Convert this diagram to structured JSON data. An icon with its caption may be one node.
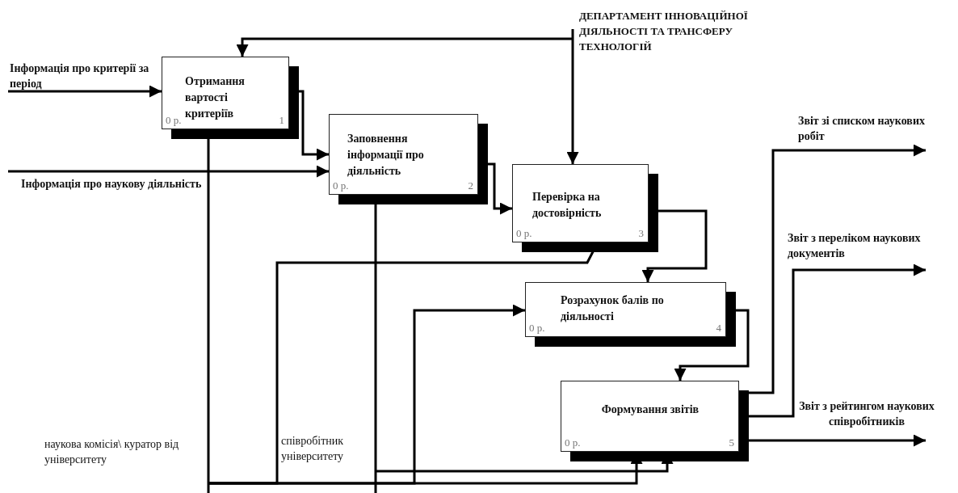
{
  "diagram": {
    "nodes": [
      {
        "text": [
          "Отримання вартості критеріїв",
          "0 р.",
          "1"
        ]
      },
      {
        "text": [
          "Заповнення інформації про діяльність",
          "0 р.",
          "2"
        ]
      },
      {
        "text": [
          "Перевірка на достовірність",
          "0 р.",
          "3"
        ]
      },
      {
        "text": [
          "Розрахунок балів по діяльності",
          "0 р.",
          "4"
        ]
      },
      {
        "text": [
          "Формування звітів",
          "0 р.",
          "5"
        ]
      },
      {
        "text": [
          "Інформація про критерії за період"
        ]
      },
      {
        "text": [
          "Інформація про наукову діяльність"
        ]
      },
      {
        "text": [
          "ДЕПАРТАМЕНТ ІННОВАЦІЙНОЇ ДІЯЛЬНОСТІ ТА ТРАНСФЕРУ ТЕХНОЛОГІЙ"
        ]
      },
      {
        "text": [
          "наукова комісія\\ куратор від університету"
        ]
      },
      {
        "text": [
          "співробітник університету"
        ]
      },
      {
        "text": [
          "Звіт зі списком наукових робіт"
        ]
      },
      {
        "text": [
          "Звіт з переліком наукових документів"
        ]
      },
      {
        "text": [
          "Звіт з рейтингом наукових співробітників"
        ]
      }
    ],
    "edges": [
      {
        "from": 5,
        "to": 0,
        "arrow": "to"
      },
      {
        "from": 6,
        "to": 1,
        "arrow": "to"
      },
      {
        "from": 7,
        "to": 0,
        "arrow": "to"
      },
      {
        "from": 7,
        "to": 2,
        "arrow": "to"
      },
      {
        "from": 0,
        "to": 1,
        "arrow": "to"
      },
      {
        "from": 1,
        "to": 2,
        "arrow": "to"
      },
      {
        "from": 2,
        "to": 3,
        "arrow": "to"
      },
      {
        "from": 3,
        "to": 4,
        "arrow": "to"
      },
      {
        "from": 4,
        "to": 10,
        "arrow": "to"
      },
      {
        "from": 4,
        "to": 11,
        "arrow": "to"
      },
      {
        "from": 4,
        "to": 12,
        "arrow": "to"
      },
      {
        "from": 8,
        "to": 0,
        "arrow": "none"
      },
      {
        "from": 8,
        "to": 2,
        "arrow": "none"
      },
      {
        "from": 8,
        "to": 3,
        "arrow": "to"
      },
      {
        "from": 8,
        "to": 4,
        "arrow": "to"
      },
      {
        "from": 9,
        "to": 1,
        "arrow": "none"
      },
      {
        "from": 9,
        "to": 4,
        "arrow": "to"
      }
    ]
  }
}
